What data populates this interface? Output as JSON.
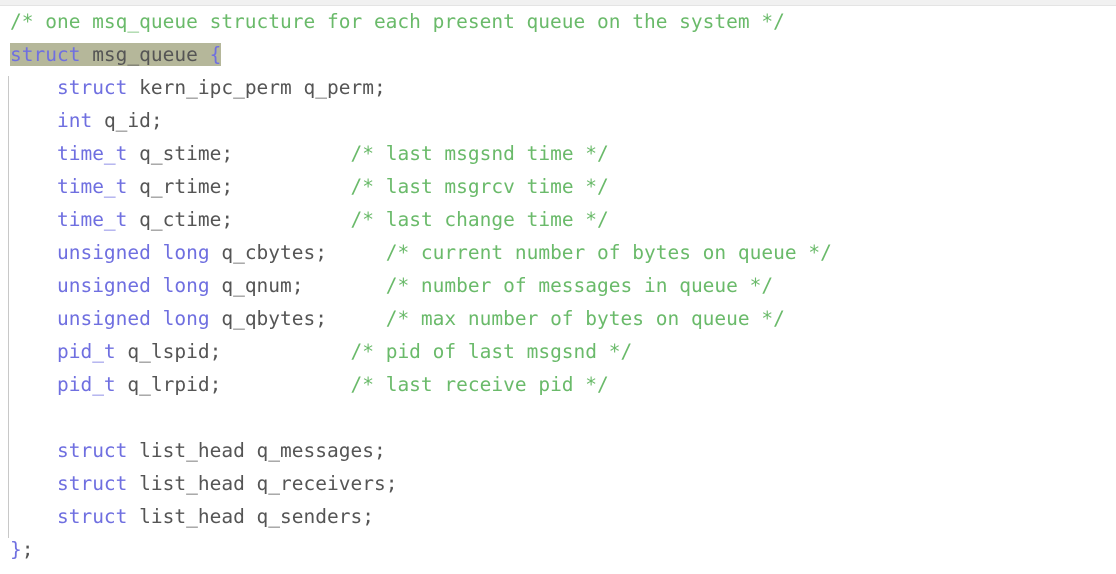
{
  "editor": {
    "language": "c",
    "background_color": "#ffffff",
    "default_text_color": "#555555",
    "comment_color": "#6aba6a",
    "keyword_color": "#6f6fe0",
    "highlight_color": "#b5b79a",
    "block_guide_color": "#c8c8c8",
    "top_band_color": "#f1f1f1"
  },
  "code": {
    "line_01": {
      "comment": "/* one msq_queue structure for each present queue on the system */"
    },
    "line_02": {
      "keyword": "struct",
      "name": " msg_queue ",
      "brace": "{"
    },
    "line_03": {
      "indent": "    ",
      "keyword": "struct",
      "rest": " kern_ipc_perm q_perm;"
    },
    "line_04": {
      "indent": "    ",
      "keyword": "int",
      "rest": " q_id;"
    },
    "line_05": {
      "indent": "    ",
      "keyword": "time_t",
      "rest": " q_stime;",
      "pad": "          ",
      "comment": "/* last msgsnd time */"
    },
    "line_06": {
      "indent": "    ",
      "keyword": "time_t",
      "rest": " q_rtime;",
      "pad": "          ",
      "comment": "/* last msgrcv time */"
    },
    "line_07": {
      "indent": "    ",
      "keyword": "time_t",
      "rest": " q_ctime;",
      "pad": "          ",
      "comment": "/* last change time */"
    },
    "line_08": {
      "indent": "    ",
      "keyword": "unsigned long",
      "rest": " q_cbytes;",
      "pad": "     ",
      "comment": "/* current number of bytes on queue */"
    },
    "line_09": {
      "indent": "    ",
      "keyword": "unsigned long",
      "rest": " q_qnum;",
      "pad": "       ",
      "comment": "/* number of messages in queue */"
    },
    "line_10": {
      "indent": "    ",
      "keyword": "unsigned long",
      "rest": " q_qbytes;",
      "pad": "     ",
      "comment": "/* max number of bytes on queue */"
    },
    "line_11": {
      "indent": "    ",
      "keyword": "pid_t",
      "rest": " q_lspid;",
      "pad": "           ",
      "comment": "/* pid of last msgsnd */"
    },
    "line_12": {
      "indent": "    ",
      "keyword": "pid_t",
      "rest": " q_lrpid;",
      "pad": "           ",
      "comment": "/* last receive pid */"
    },
    "line_13": {
      "blank": ""
    },
    "line_14": {
      "indent": "    ",
      "keyword": "struct",
      "rest": " list_head q_messages;"
    },
    "line_15": {
      "indent": "    ",
      "keyword": "struct",
      "rest": " list_head q_receivers;"
    },
    "line_16": {
      "indent": "    ",
      "keyword": "struct",
      "rest": " list_head q_senders;"
    },
    "line_17": {
      "brace": "}",
      "rest": ";"
    }
  }
}
